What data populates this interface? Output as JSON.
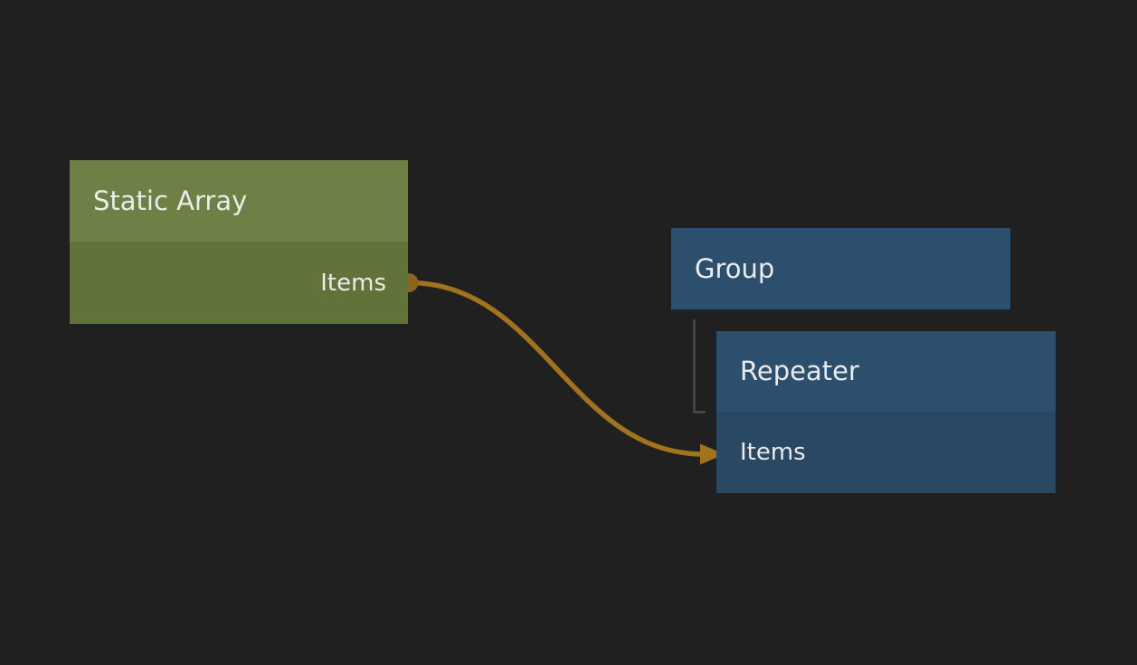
{
  "colors": {
    "bg": "#212020",
    "green-header": "#6d8147",
    "green-body": "#627339",
    "blue-header": "#2c4f6e",
    "blue-body": "#294864",
    "wire": "#a0731c",
    "port": "#8c641e",
    "tree-line": "#4a4a4a",
    "text": "#ebebeb"
  },
  "nodes": {
    "static_array": {
      "title": "Static Array",
      "output_label": "Items"
    },
    "group": {
      "title": "Group"
    },
    "repeater": {
      "title": "Repeater",
      "input_label": "Items"
    }
  },
  "connection": {
    "label": "Static Array Items to Repeater Items"
  }
}
